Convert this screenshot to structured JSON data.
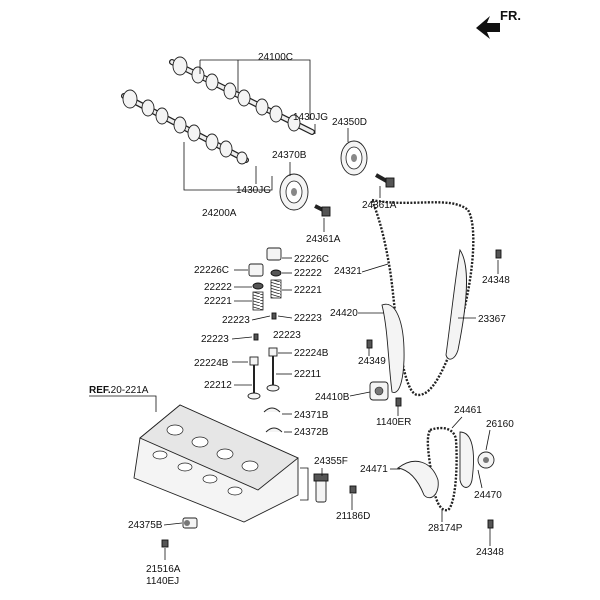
{
  "direction_marker": {
    "label": "FR."
  },
  "labels": {
    "p24100C": "24100C",
    "p1430JG_top": "1430JG",
    "p24350D": "24350D",
    "p24370B": "24370B",
    "p1430JG_mid": "1430JG",
    "p24361A_right": "24361A",
    "p24200A": "24200A",
    "p24361A_mid": "24361A",
    "p22226C_right": "22226C",
    "p22226C_left": "22226C",
    "p22222_right": "22222",
    "p22222_left": "22222",
    "p22221_right": "22221",
    "p22221_left": "22221",
    "p24321": "24321",
    "p24348_top": "24348",
    "p24420": "24420",
    "p23367": "23367",
    "p22223_a": "22223",
    "p22223_b": "22223",
    "p22223_c": "22223",
    "p24349": "24349",
    "p22224B_right": "22224B",
    "p22224B_left": "22224B",
    "p22211": "22211",
    "p22212": "22212",
    "p24410B": "24410B",
    "p1140ER": "1140ER",
    "ref_prefix": "REF.",
    "ref_value": "20-221A",
    "p24461": "24461",
    "p26160": "26160",
    "p24371B": "24371B",
    "p24372B": "24372B",
    "p24355F": "24355F",
    "p24471": "24471",
    "p24470": "24470",
    "p21186D": "21186D",
    "p28174P": "28174P",
    "p24375B": "24375B",
    "p24348_bottom": "24348",
    "p21516A": "21516A",
    "p1140EJ": "1140EJ"
  }
}
